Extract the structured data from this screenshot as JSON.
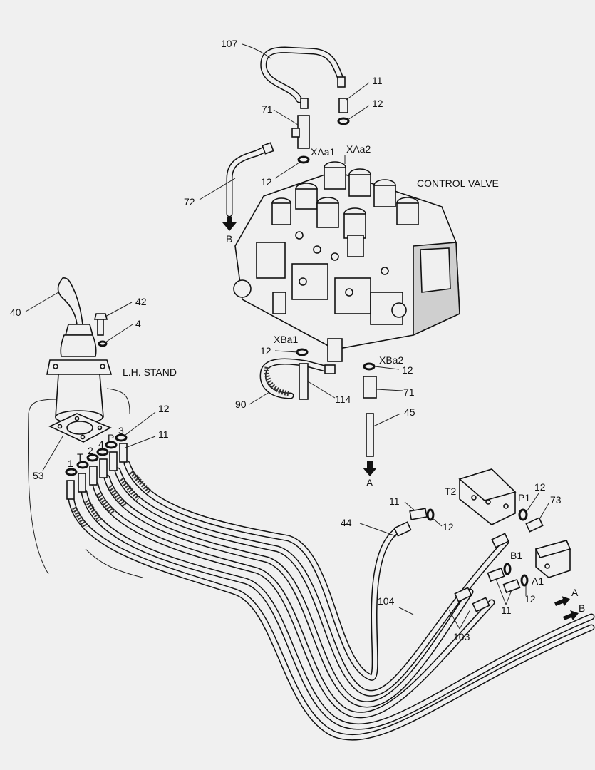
{
  "labels": {
    "n107": "107",
    "n11_top": "11",
    "n12_top": "12",
    "n71_top": "71",
    "xaa1": "XAa1",
    "xaa2": "XAa2",
    "n12_xaa1": "12",
    "n72": "72",
    "b_top": "B",
    "control_valve": "CONTROL VALVE",
    "n40": "40",
    "n42": "42",
    "n4_right": "4",
    "lh_stand": "L.H. STAND",
    "xba1": "XBa1",
    "n12_xba1": "12",
    "xba2": "XBa2",
    "n12_xba2": "12",
    "n71_mid": "71",
    "n90": "90",
    "n114": "114",
    "n45": "45",
    "a_mid": "A",
    "n12_left": "12",
    "n3": "3",
    "p_port": "P",
    "n11_left": "11",
    "n4_left": "4",
    "n2": "2",
    "t_port": "T",
    "n1": "1",
    "n53": "53",
    "t2": "T2",
    "p1": "P1",
    "n12_p1": "12",
    "n73": "73",
    "n11_t2": "11",
    "n12_t2": "12",
    "n44": "44",
    "b1": "B1",
    "a1": "A1",
    "n12_a1": "12",
    "n11_b1": "11",
    "n104": "104",
    "n103": "103",
    "a_right": "A",
    "b_right": "B"
  }
}
